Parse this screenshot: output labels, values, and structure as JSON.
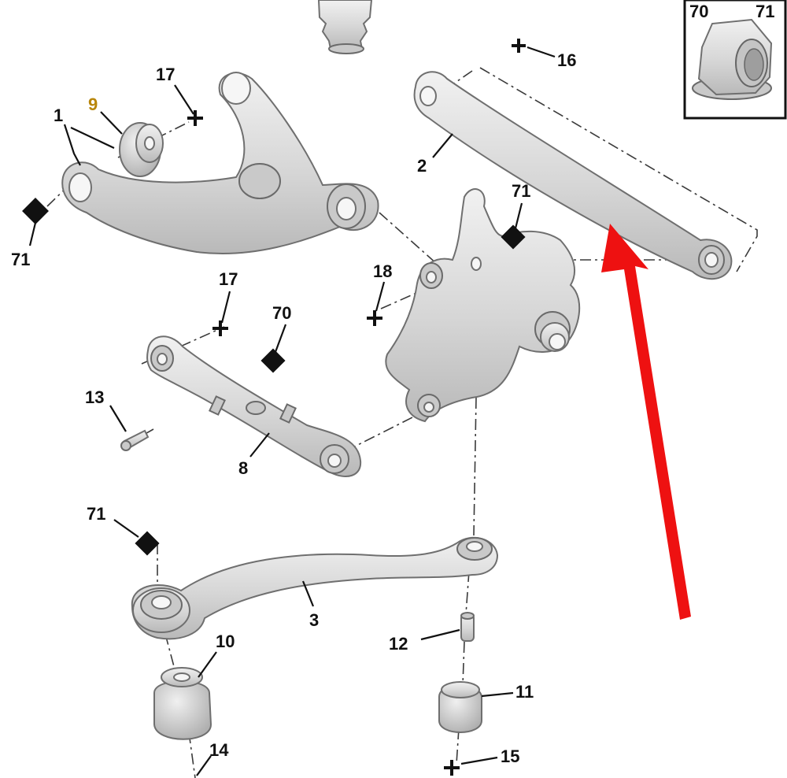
{
  "diagram": {
    "inset_labels": [
      "70",
      "71"
    ],
    "part_labels": {
      "p1": "1",
      "p2": "2",
      "p3": "3",
      "p8": "8",
      "p9": "9",
      "p10": "10",
      "p11": "11",
      "p12": "12",
      "p13": "13",
      "p14": "14",
      "p15": "15",
      "p16": "16",
      "p17a": "17",
      "p17b": "17",
      "p18": "18",
      "p70": "70",
      "p71a": "71",
      "p71b": "71",
      "p71c": "71"
    },
    "colors": {
      "highlight_arrow": "#ee1111",
      "label_text": "#111111",
      "accent_label": "#b8860b",
      "metal_light": "#ececec",
      "metal_dark": "#b5b5b5"
    },
    "icons": {
      "square_marker": "filled-square",
      "cross_marker": "cross-mark"
    }
  }
}
